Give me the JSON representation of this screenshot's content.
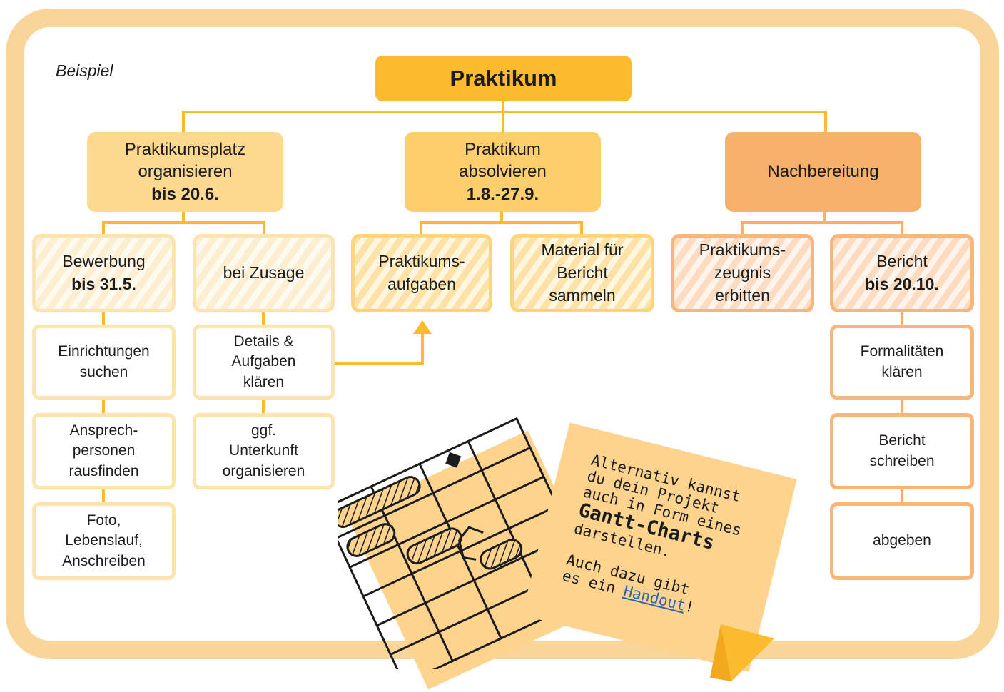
{
  "example_label": "Beispiel",
  "root": "Praktikum",
  "phases": [
    {
      "title": [
        "Praktikumsplatz",
        "organisieren"
      ],
      "deadline": "bis 20.6."
    },
    {
      "title": [
        "Praktikum",
        "absolvieren"
      ],
      "deadline": "1.8.-27.9."
    },
    {
      "title": [
        "Nachbereitung"
      ],
      "deadline": ""
    }
  ],
  "tasks": {
    "bewerbung": {
      "title": "Bewerbung",
      "deadline": "bis 31.5."
    },
    "zusage": {
      "title": "bei Zusage"
    },
    "aufgaben": {
      "lines": [
        "Praktikums-",
        "aufgaben"
      ]
    },
    "material": {
      "lines": [
        "Material für",
        "Bericht",
        "sammeln"
      ]
    },
    "zeugnis": {
      "lines": [
        "Praktikums-",
        "zeugnis",
        "erbitten"
      ]
    },
    "bericht": {
      "title": "Bericht",
      "deadline": "bis 20.10."
    }
  },
  "subtasks": {
    "bewerbung": [
      [
        "Einrichtungen",
        "suchen"
      ],
      [
        "Ansprech-",
        "personen",
        "rausfinden"
      ],
      [
        "Foto,",
        "Lebenslauf,",
        "Anschreiben"
      ]
    ],
    "zusage": [
      [
        "Details &",
        "Aufgaben",
        "klären"
      ],
      [
        "ggf.",
        "Unterkunft",
        "organisieren"
      ]
    ],
    "bericht": [
      [
        "Formalitäten",
        "klären"
      ],
      [
        "Bericht",
        "schreiben"
      ],
      [
        "abgeben"
      ]
    ]
  },
  "note": {
    "line1": "Alternativ kannst",
    "line2": "du dein Projekt",
    "line3": "auch in Form eines",
    "highlight": "Gantt-Charts",
    "line5": "darstellen.",
    "line6": "Auch dazu gibt",
    "line7_prefix": "es ein ",
    "link": "Handout",
    "line7_suffix": "!"
  },
  "colors": {
    "frame": "#fad59a",
    "root": "#fbbb2e",
    "connector_yellow": "#fbbb2e",
    "connector_orange": "#f7b16a",
    "nachbereitung": "#f7b16a",
    "note": "#fdd38d"
  }
}
